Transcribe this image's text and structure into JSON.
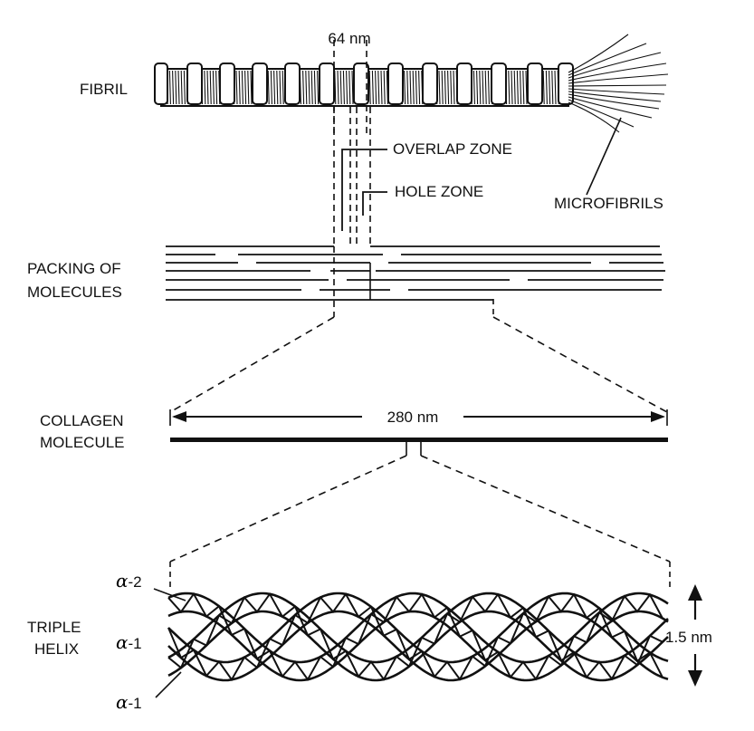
{
  "labels": {
    "spacing": "64 nm",
    "fibril": "FIBRIL",
    "overlap_zone": "OVERLAP ZONE",
    "hole_zone": "HOLE ZONE",
    "microfibrils": "MICROFIBRILS",
    "packing_line1": "PACKING OF",
    "packing_line2": "MOLECULES",
    "collagen_line1": "COLLAGEN",
    "collagen_line2": "MOLECULE",
    "length": "280 nm",
    "triple_line1": "TRIPLE",
    "triple_line2": "HELIX",
    "diameter": "1.5 nm",
    "alpha2_symbol": "α",
    "alpha2_suffix": "-2",
    "alpha1a_symbol": "α",
    "alpha1a_suffix": "-1",
    "alpha1b_symbol": "α",
    "alpha1b_suffix": "-1"
  },
  "colors": {
    "ink": "#111111",
    "background": "#ffffff"
  }
}
